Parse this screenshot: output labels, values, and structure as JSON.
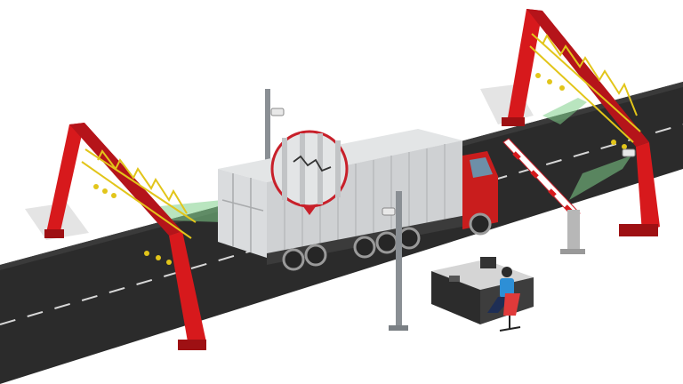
{
  "scene": {
    "title": "",
    "colors": {
      "road": "#2b2b2b",
      "road_edge": "#1c1c1c",
      "lane_marking": "#d8d8d8",
      "gantry_red": "#d7191c",
      "gantry_red_dark": "#9e1013",
      "truss_yellow": "#e2c51a",
      "container_grey": "#cfd1d3",
      "container_light": "#e3e5e6",
      "cab_red": "#c91d1d",
      "scan_green": "#7fd08a",
      "inspect_ring": "#c8202a",
      "desk_top": "#d5d5d5",
      "desk_body": "#2c2c2c",
      "pole_grey": "#8a8f94",
      "operator_blue": "#2d8fd6",
      "chair_red": "#e03a3a"
    },
    "icons": [
      "gantry-scanner",
      "container-truck",
      "crack-detail-magnifier",
      "barrier-gate",
      "camera-pole",
      "operator-workstation"
    ]
  }
}
